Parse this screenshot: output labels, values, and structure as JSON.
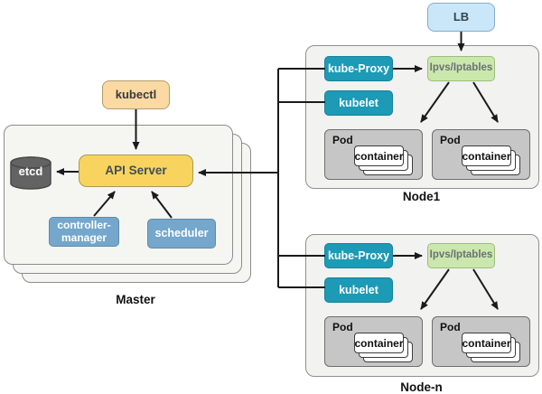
{
  "master": {
    "caption": "Master",
    "kubectl_label": "kubectl",
    "api_server_label": "API Server",
    "etcd_label": "etcd",
    "controller_manager_label": "controller-manager",
    "scheduler_label": "scheduler"
  },
  "lb_label": "LB",
  "nodes": [
    {
      "caption": "Node1",
      "kube_proxy_label": "kube-Proxy",
      "kubelet_label": "kubelet",
      "ipvs_label": "Ipvs/Iptables",
      "pods": [
        {
          "label": "Pod",
          "container_label": "container"
        },
        {
          "label": "Pod",
          "container_label": "container"
        }
      ]
    },
    {
      "caption": "Node-n",
      "kube_proxy_label": "kube-Proxy",
      "kubelet_label": "kubelet",
      "ipvs_label": "Ipvs/Iptables",
      "pods": [
        {
          "label": "Pod",
          "container_label": "container"
        },
        {
          "label": "Pod",
          "container_label": "container"
        }
      ]
    }
  ],
  "colors": {
    "kubectl_fill": "#fbd9a3",
    "api_server_fill": "#f8d45e",
    "etcd_fill": "#636363",
    "controller_scheduler_fill": "#74a7cb",
    "kube_proxy_kubelet_fill": "#1d9ab5",
    "ipvs_fill": "#cbe8ac",
    "lb_fill": "#c9e7f8",
    "node_fill": "#f2f2f0",
    "pod_fill": "#c6c6c6",
    "container_fill": "#ffffff",
    "arrow": "#1a1a1a"
  }
}
